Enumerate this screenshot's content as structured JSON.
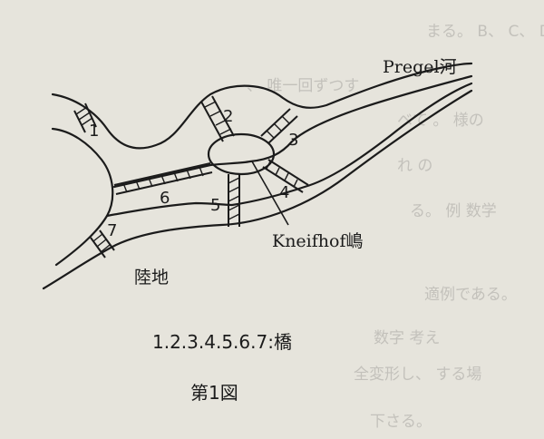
{
  "background_color": "#e6e4dc",
  "ink_color": "#1b1b1b",
  "bleed_through_lines": [
    "まる。 B、 C、 Dのいずれか一",
    "、 唯一回ずつす",
    "ベて 。 様の",
    "れ の ",
    "る。 例 数学",
    "適例である。",
    "数字 考え",
    "全変形し、 する場",
    "下さる。"
  ],
  "labels": {
    "river": "Pregel河",
    "island": "Kneifhof嶋",
    "land": "陸地"
  },
  "bridges": [
    {
      "number": "1"
    },
    {
      "number": "2"
    },
    {
      "number": "3"
    },
    {
      "number": "4"
    },
    {
      "number": "5"
    },
    {
      "number": "6"
    },
    {
      "number": "7"
    }
  ],
  "caption": {
    "legend": "1.2.3.4.5.6.7:橋",
    "figure_title": "第1図"
  }
}
